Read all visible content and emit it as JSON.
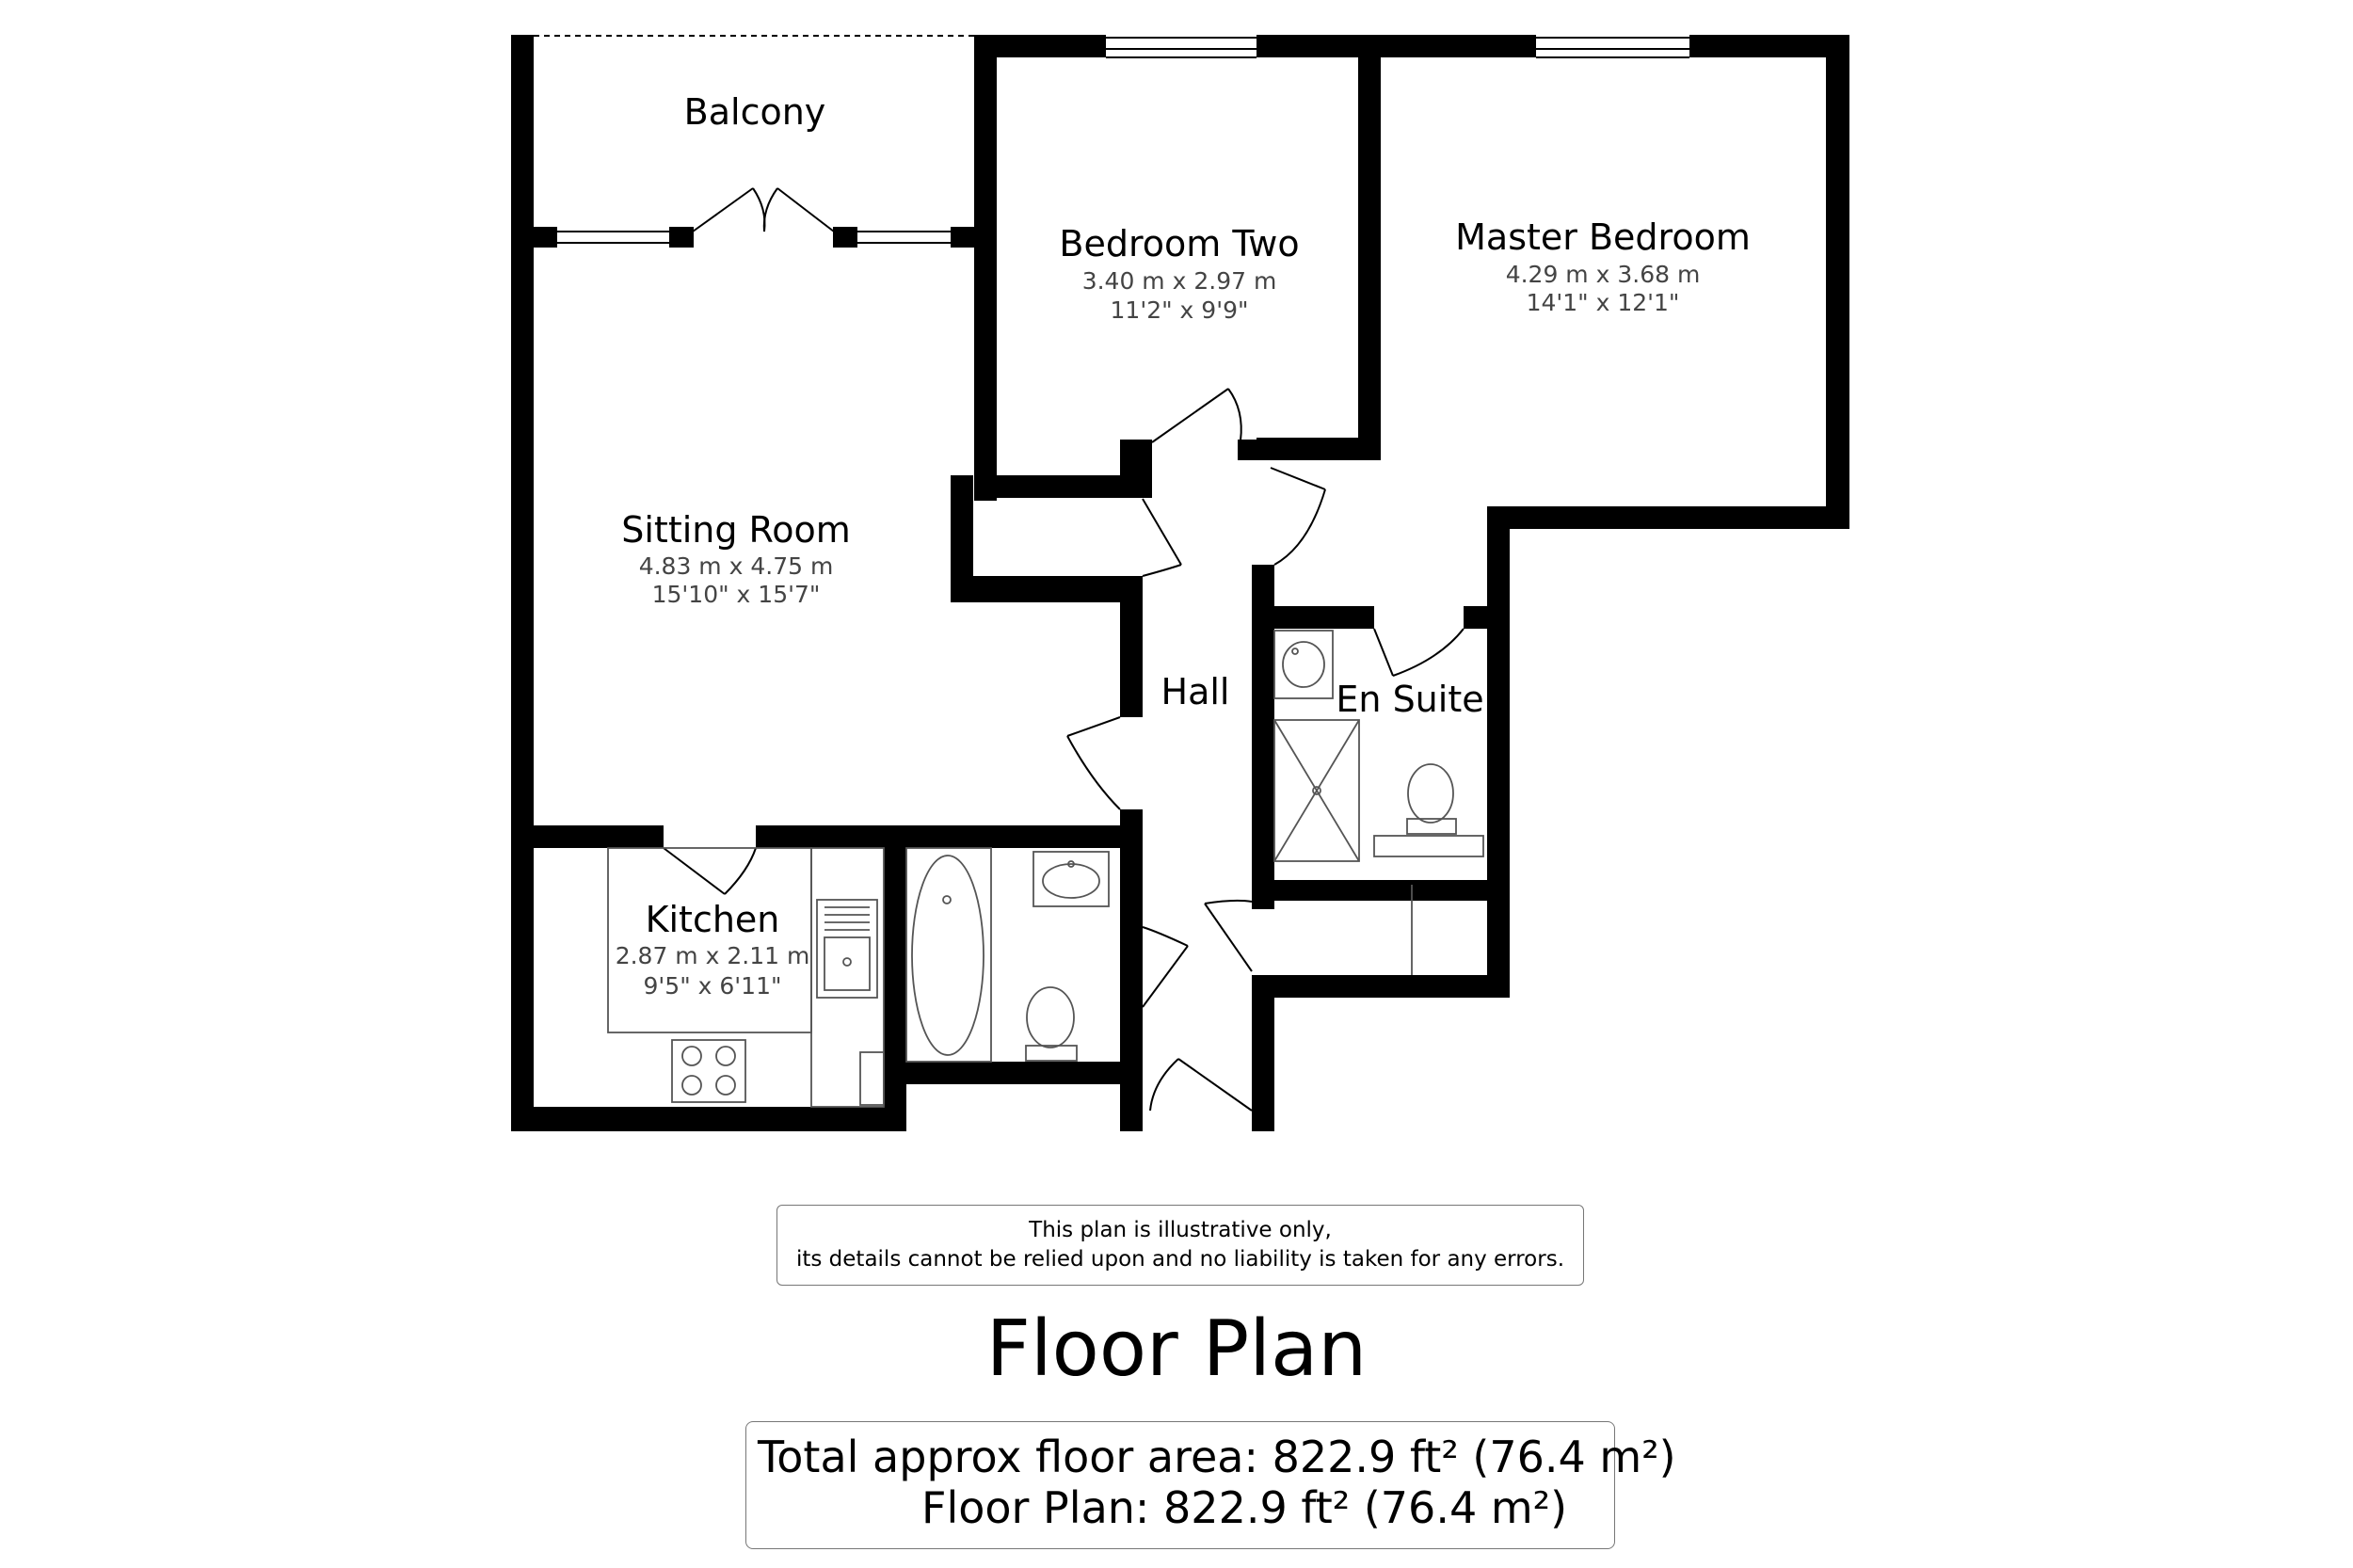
{
  "rooms": {
    "balcony": {
      "name": "Balcony"
    },
    "bedroom_two": {
      "name": "Bedroom Two",
      "dim_m": "3.40 m x 2.97 m",
      "dim_ft": "11'2\" x 9'9\""
    },
    "master_bedroom": {
      "name": "Master Bedroom",
      "dim_m": "4.29 m x 3.68 m",
      "dim_ft": "14'1\" x 12'1\""
    },
    "sitting_room": {
      "name": "Sitting Room",
      "dim_m": "4.83 m x 4.75 m",
      "dim_ft": "15'10\" x 15'7\""
    },
    "hall": {
      "name": "Hall"
    },
    "en_suite": {
      "name": "En Suite"
    },
    "kitchen": {
      "name": "Kitchen",
      "dim_m": "2.87 m x 2.11 m",
      "dim_ft": "9'5\" x 6'11\""
    }
  },
  "disclaimer": {
    "line1": "This plan is illustrative only,",
    "line2": "its details cannot be relied upon and no liability is taken for any errors."
  },
  "title": "Floor Plan",
  "area": {
    "total": "Total approx floor area: 822.9 ft² (76.4 m²)",
    "floor": "Floor Plan: 822.9 ft² (76.4 m²)"
  },
  "colors": {
    "wall": "#000000",
    "fixture": "#555555",
    "background": "#ffffff"
  }
}
